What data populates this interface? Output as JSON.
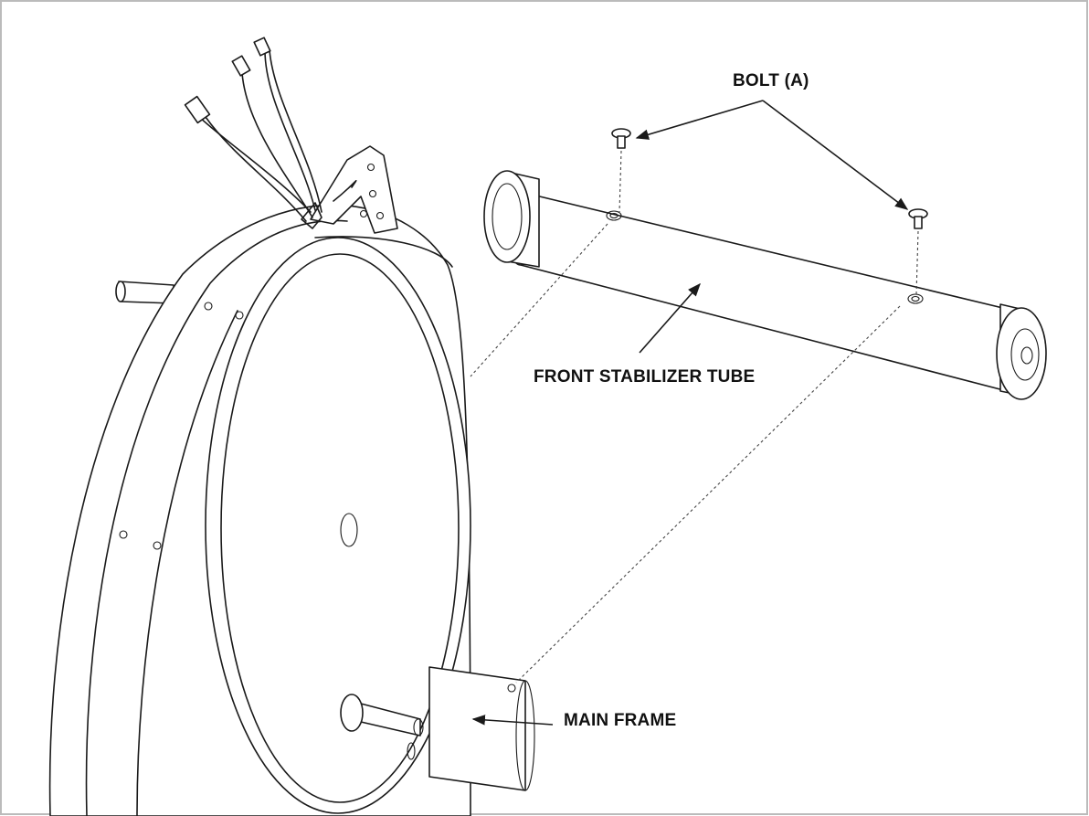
{
  "labels": {
    "bolt": "BOLT (A)",
    "stabilizer": "FRONT STABILIZER TUBE",
    "main_frame": "MAIN FRAME"
  },
  "colors": {
    "line": "#1a1a1a",
    "background": "#ffffff",
    "border": "#bbbbbb"
  }
}
